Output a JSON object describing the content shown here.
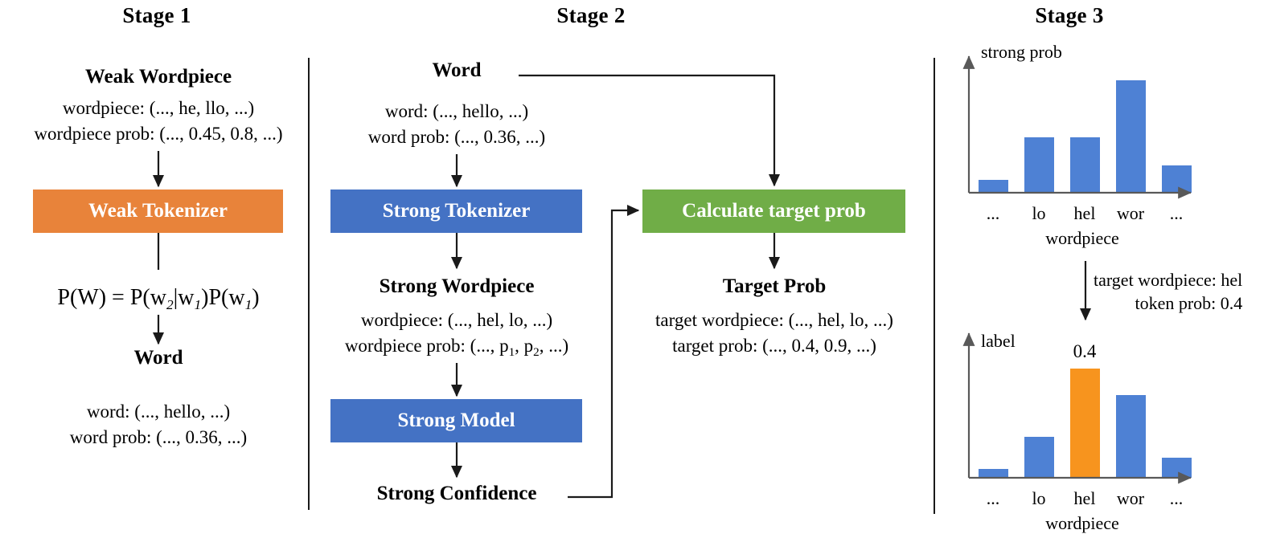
{
  "stages": [
    {
      "id": "stage-1",
      "title": "Stage 1"
    },
    {
      "id": "stage-2",
      "title": "Stage 2"
    },
    {
      "id": "stage-3",
      "title": "Stage 3"
    }
  ],
  "stage1": {
    "weak_wordpiece": {
      "heading": "Weak Wordpiece",
      "line1": "wordpiece: (..., he, llo, ...)",
      "line2": "wordpiece prob: (..., 0.45, 0.8, ...)"
    },
    "weak_tokenizer_label": "Weak Tokenizer",
    "equation": {
      "lhs": "P(W)",
      "eq": "=",
      "rhs1_fn": "P(w",
      "rhs1_sub": "2",
      "rhs1_bar": "|w",
      "rhs1_sub2": "1",
      "rhs1_close": ")",
      "rhs2_fn": "P(w",
      "rhs2_sub": "1",
      "rhs2_close": ")",
      "plain": "P(W) = P(w2|w1)P(w1)"
    },
    "word": {
      "heading": "Word",
      "line1": "word: (..., hello, ...)",
      "line2": "word prob: (..., 0.36, ...)"
    }
  },
  "stage2": {
    "word": {
      "heading": "Word",
      "line1": "word: (..., hello, ...)",
      "line2": "word prob: (..., 0.36, ...)"
    },
    "strong_tokenizer_label": "Strong Tokenizer",
    "strong_wordpiece": {
      "heading": "Strong Wordpiece",
      "line1": "wordpiece: (..., hel, lo, ...)",
      "line2_prefix": "wordpiece prob: (..., p",
      "line2_sub1": "1",
      "line2_mid": ", p",
      "line2_sub2": "2",
      "line2_suffix": ", ...)"
    },
    "strong_model_label": "Strong Model",
    "strong_confidence_heading": "Strong Confidence",
    "calculate_target_prob_label": "Calculate target prob",
    "target_prob": {
      "heading": "Target Prob",
      "line1": "target wordpiece: (..., hel, lo, ...)",
      "line2": "target prob: (..., 0.4, 0.9, ...)"
    }
  },
  "stage3": {
    "transition": {
      "line1": "target wordpiece: hel",
      "line2": "token prob: 0.4"
    }
  },
  "colors": {
    "orange_box": "#E8833A",
    "blue_box": "#4472C4",
    "green_box": "#70AD47",
    "bar_blue": "#4E81D4",
    "bar_orange": "#F7941E",
    "axis": "#595959",
    "divider": "#1a1a1a"
  },
  "chart_data": [
    {
      "id": "strong-prob-chart",
      "type": "bar",
      "title": "",
      "ylabel": "strong prob",
      "xlabel": "wordpiece",
      "categories": [
        "...",
        "lo",
        "hel",
        "wor",
        "..."
      ],
      "values": [
        0.05,
        0.22,
        0.22,
        0.45,
        0.11
      ],
      "ylim": [
        0,
        0.55
      ],
      "grid": false,
      "legend": "none",
      "colors": [
        "#4E81D4",
        "#4E81D4",
        "#4E81D4",
        "#4E81D4",
        "#4E81D4"
      ],
      "data_labels": [
        "",
        "",
        "",
        "",
        ""
      ]
    },
    {
      "id": "label-chart",
      "type": "bar",
      "title": "",
      "ylabel": "label",
      "xlabel": "wordpiece",
      "categories": [
        "...",
        "lo",
        "hel",
        "wor",
        "..."
      ],
      "values": [
        0.035,
        0.165,
        0.4,
        0.33,
        0.08
      ],
      "ylim": [
        0,
        0.44
      ],
      "grid": false,
      "legend": "none",
      "colors": [
        "#4E81D4",
        "#4E81D4",
        "#F7941E",
        "#4E81D4",
        "#4E81D4"
      ],
      "data_labels": [
        "",
        "",
        "0.4",
        "",
        ""
      ]
    }
  ]
}
